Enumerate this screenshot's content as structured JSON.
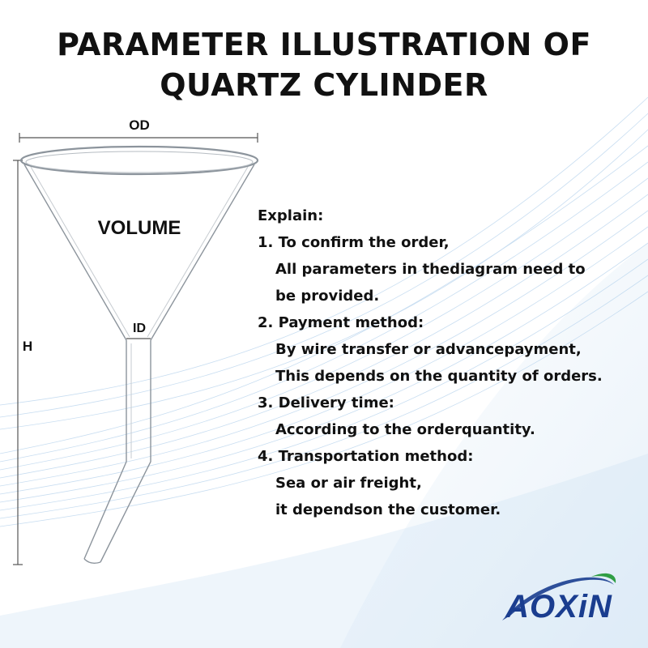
{
  "title": {
    "line1": "PARAMETER ILLUSTRATION OF",
    "line2": "QUARTZ CYLINDER"
  },
  "diagram": {
    "od_label": "OD",
    "id_label": "ID",
    "h_label": "H",
    "volume_label": "VOLUME"
  },
  "explain": {
    "heading": "Explain:",
    "items": [
      {
        "title": "1. To confirm the order,",
        "lines": [
          "All parameters in thediagram need to",
          "be provided."
        ]
      },
      {
        "title": "2. Payment method:",
        "lines": [
          "By wire transfer or advancepayment,",
          "This depends on the quantity of orders."
        ]
      },
      {
        "title": "3. Delivery time:",
        "lines": [
          "According to the orderquantity."
        ]
      },
      {
        "title": "4. Transportation method:",
        "lines": [
          "Sea or air freight,",
          "it dependson the customer."
        ]
      }
    ]
  },
  "logo": {
    "text": "AOXiN",
    "color": "#1a3d8f",
    "swoosh_color": "#2f9e44"
  },
  "colors": {
    "text": "#111111",
    "glass": "#8c949c",
    "wave": "#9cc3e6"
  }
}
